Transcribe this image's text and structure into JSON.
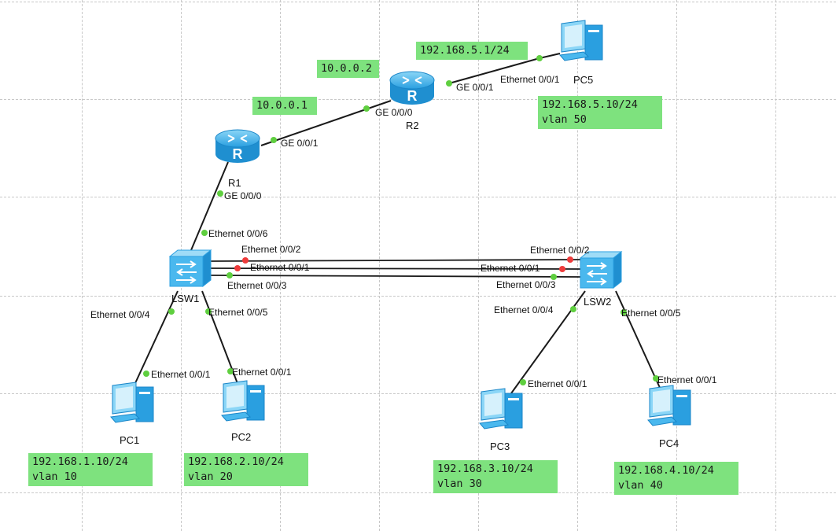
{
  "devices": {
    "r1": {
      "name": "R1"
    },
    "r2": {
      "name": "R2"
    },
    "lsw1": {
      "name": "LSW1"
    },
    "lsw2": {
      "name": "LSW2"
    },
    "pc1": {
      "name": "PC1"
    },
    "pc2": {
      "name": "PC2"
    },
    "pc3": {
      "name": "PC3"
    },
    "pc4": {
      "name": "PC4"
    },
    "pc5": {
      "name": "PC5"
    }
  },
  "ports": {
    "r1_ge001": "GE 0/0/1",
    "r1_ge000": "GE 0/0/0",
    "r2_ge000": "GE 0/0/0",
    "r2_ge001": "GE 0/0/1",
    "pc5_eth": "Ethernet 0/0/1",
    "lsw1_e6": "Ethernet 0/0/6",
    "lsw1_e2": "Ethernet 0/0/2",
    "lsw1_e1": "Ethernet 0/0/1",
    "lsw1_e3": "Ethernet 0/0/3",
    "lsw1_e4": "Ethernet 0/0/4",
    "lsw1_e5": "Ethernet 0/0/5",
    "lsw2_e2": "Ethernet 0/0/2",
    "lsw2_e1": "Ethernet 0/0/1",
    "lsw2_e3": "Ethernet 0/0/3",
    "lsw2_e4": "Ethernet 0/0/4",
    "lsw2_e5": "Ethernet 0/0/5",
    "pc1_eth": "Ethernet 0/0/1",
    "pc2_eth": "Ethernet 0/0/1",
    "pc3_eth": "Ethernet 0/0/1",
    "pc4_eth": "Ethernet 0/0/1"
  },
  "notes": {
    "r2_ip": "10.0.0.2",
    "r1_ip": "10.0.0.1",
    "gw5": "192.168.5.1/24",
    "pc5": "192.168.5.10/24\nvlan 50",
    "pc1": "192.168.1.10/24\nvlan 10",
    "pc2": "192.168.2.10/24\nvlan 20",
    "pc3": "192.168.3.10/24\nvlan 30",
    "pc4": "192.168.4.10/24\nvlan 40"
  },
  "colors": {
    "note_bg": "#7ee27e",
    "link": "#1a1a1a",
    "port_up": "#5fcf3f",
    "port_blocked": "#ee3b3b",
    "device_blue": "#3fb4ee"
  }
}
